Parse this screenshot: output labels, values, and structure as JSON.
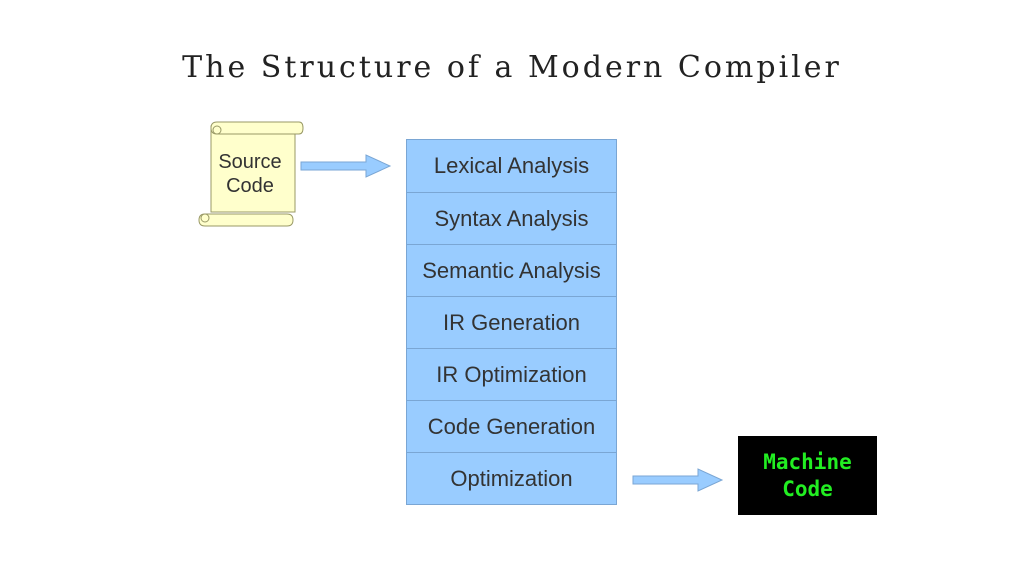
{
  "title": "The Structure of a Modern Compiler",
  "input": {
    "label": "Source Code",
    "icon": "scroll-icon"
  },
  "stages": [
    "Lexical Analysis",
    "Syntax Analysis",
    "Semantic Analysis",
    "IR Generation",
    "IR Optimization",
    "Code Generation",
    "Optimization"
  ],
  "output": {
    "label": "Machine\nCode"
  },
  "colors": {
    "stage_fill": "#99ccff",
    "stage_border": "#7aa6d4",
    "scroll_fill": "#ffffcc",
    "arrow_fill": "#99ccff",
    "output_bg": "#000000",
    "output_text": "#22ee22"
  }
}
